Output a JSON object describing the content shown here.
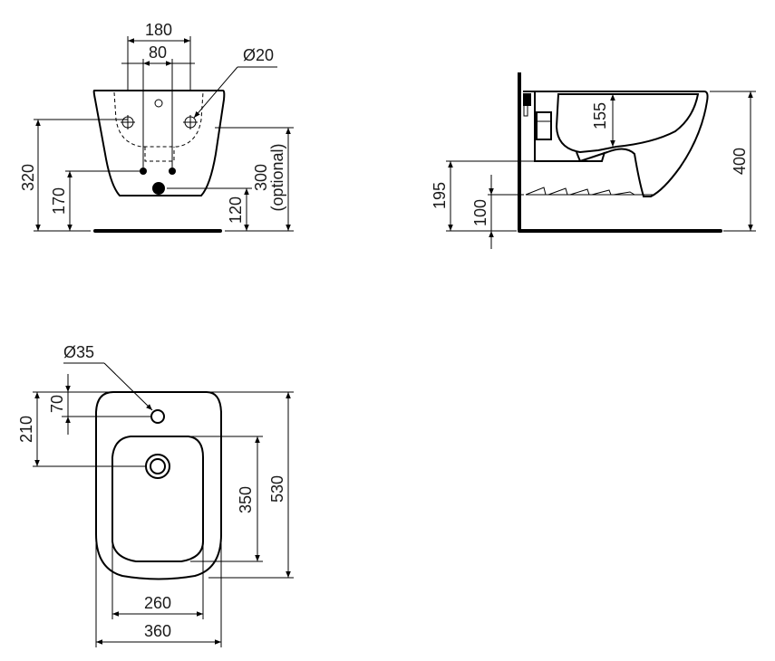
{
  "front_view": {
    "dim_180": "180",
    "dim_80": "80",
    "dim_diameter_20": "Ø20",
    "dim_320": "320",
    "dim_170": "170",
    "dim_120": "120",
    "dim_300": "300",
    "dim_optional": "(optional)"
  },
  "side_view": {
    "dim_155": "155",
    "dim_400": "400",
    "dim_195": "195",
    "dim_100": "100"
  },
  "top_view": {
    "dim_diameter_35": "Ø35",
    "dim_70": "70",
    "dim_210": "210",
    "dim_350": "350",
    "dim_530": "530",
    "dim_260": "260",
    "dim_360": "360"
  }
}
